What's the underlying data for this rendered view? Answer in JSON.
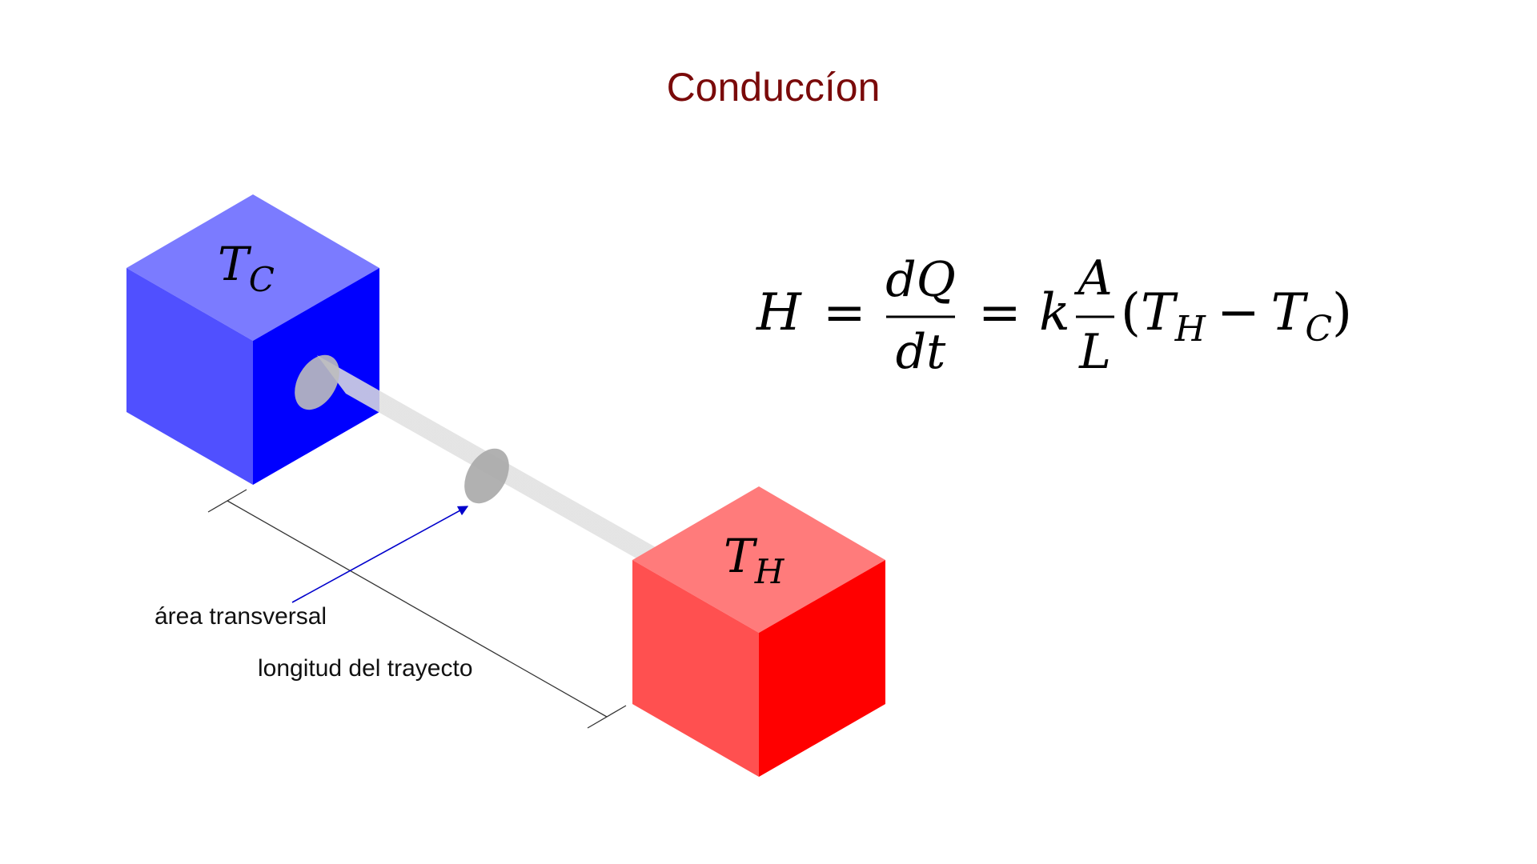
{
  "title": "Conduccíon",
  "colors": {
    "title": "#7a0a0a",
    "cold_top": "#7b7bff",
    "cold_left": "#5050ff",
    "cold_right": "#0000ff",
    "hot_top": "#ff7b7b",
    "hot_left": "#ff5050",
    "hot_right": "#ff0000",
    "rod": "#c8c8c8",
    "arrow": "#0000cc",
    "dimension_line": "#333333"
  },
  "cold_block": {
    "symbol": "T",
    "subscript": "C"
  },
  "hot_block": {
    "symbol": "T",
    "subscript": "H"
  },
  "labels": {
    "cross_section": "área transversal",
    "path_length": "longitud del trayecto"
  },
  "formula": {
    "lhs": "H",
    "equals": "=",
    "frac1_num": "dQ",
    "frac1_den": "dt",
    "coef": "k",
    "frac2_num": "A",
    "frac2_den": "L",
    "open_paren": "(",
    "t1": "T",
    "t1_sub": "H",
    "minus": "−",
    "t2": "T",
    "t2_sub": "C",
    "close_paren": ")"
  },
  "icons": [
    "cold-cube",
    "hot-cube",
    "conducting-rod",
    "pointer-arrow",
    "dimension-line"
  ]
}
